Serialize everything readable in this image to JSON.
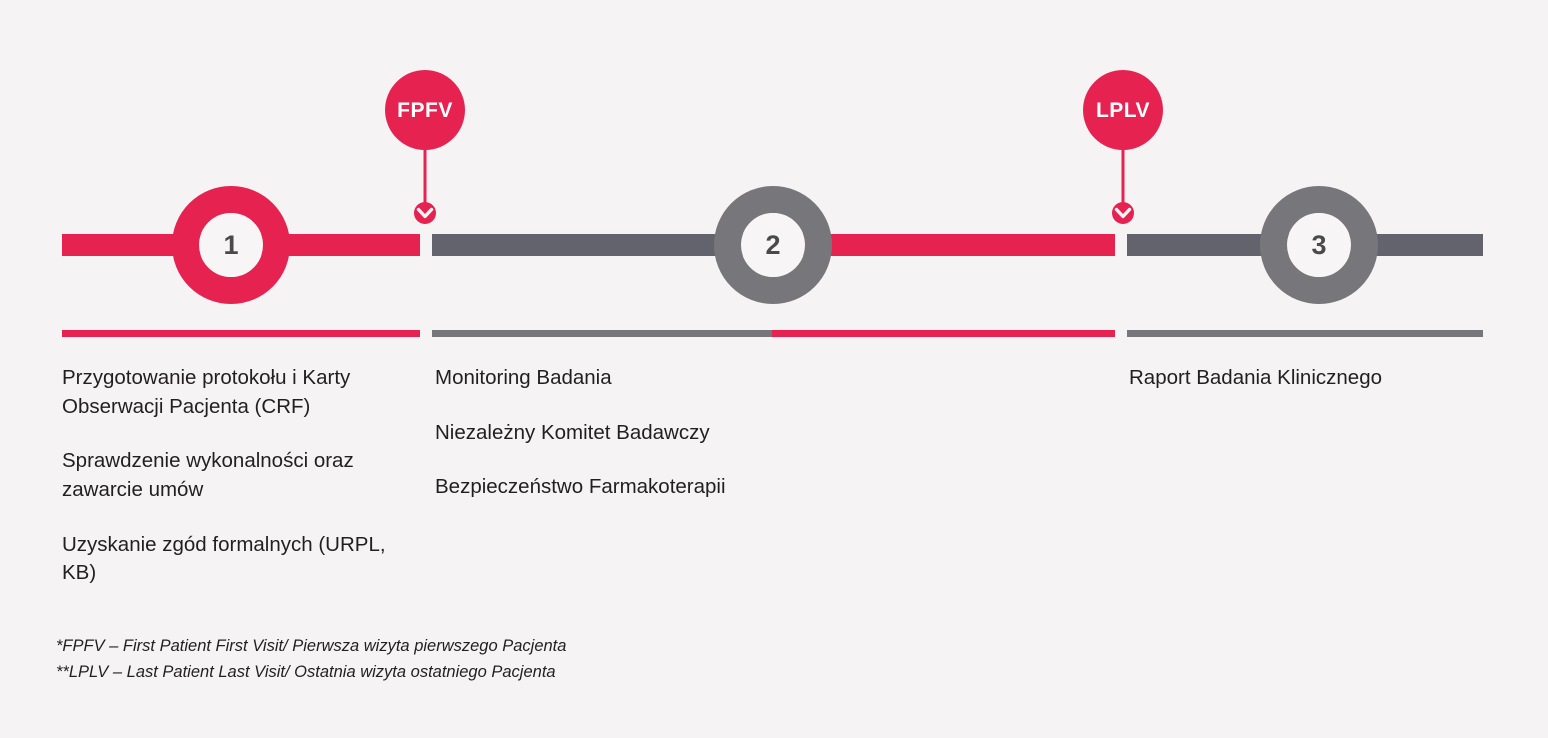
{
  "diagram": {
    "title": "Clinical trial phases timeline",
    "colors": {
      "accent_red": "#e62251",
      "gray": "#63636d",
      "circle_gray": "#77777b",
      "background": "#f5f3f4",
      "text": "#231f20"
    },
    "stages": [
      {
        "number": "1",
        "state": "red"
      },
      {
        "number": "2",
        "state": "gray"
      },
      {
        "number": "3",
        "state": "gray"
      }
    ],
    "markers": [
      {
        "label": "FPFV"
      },
      {
        "label": "LPLV"
      }
    ],
    "columns": [
      {
        "items": [
          "Przygotowanie protokołu i Karty\nObserwacji Pacjenta (CRF)",
          "Sprawdzenie wykonalności oraz\nzawarcie umów",
          "Uzyskanie zgód formalnych (URPL,\nKB)"
        ]
      },
      {
        "items": [
          "Monitoring Badania",
          "Niezależny Komitet Badawczy",
          "Bezpieczeństwo Farmakoterapii"
        ]
      },
      {
        "items": [
          "Raport Badania Klinicznego"
        ]
      }
    ],
    "footnotes": [
      "*FPFV – First Patient First Visit/ Pierwsza wizyta pierwszego Pacjenta",
      "**LPLV – Last Patient Last Visit/ Ostatnia wizyta ostatniego Pacjenta"
    ]
  }
}
